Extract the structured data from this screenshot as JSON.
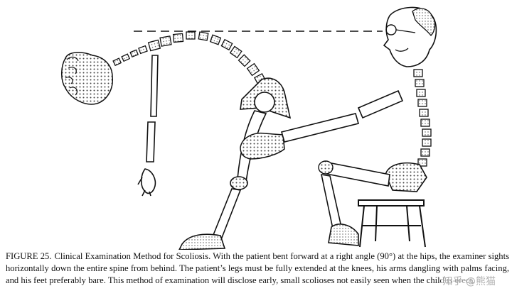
{
  "caption": {
    "label": "FIGURE 25.",
    "text": "Clinical Examination Method for Scoliosis. With the patient bent forward at a right angle (90°) at the hips, the examiner sights horizontally down the entire spine from behind. The patient’s legs must be fully extended at the knees, his arms dangling with palms facing, and his feet preferably bare. This method of examination will disclose early, small scolioses not easily seen when the child is erect."
  },
  "watermark": "知乎 @熊猫"
}
